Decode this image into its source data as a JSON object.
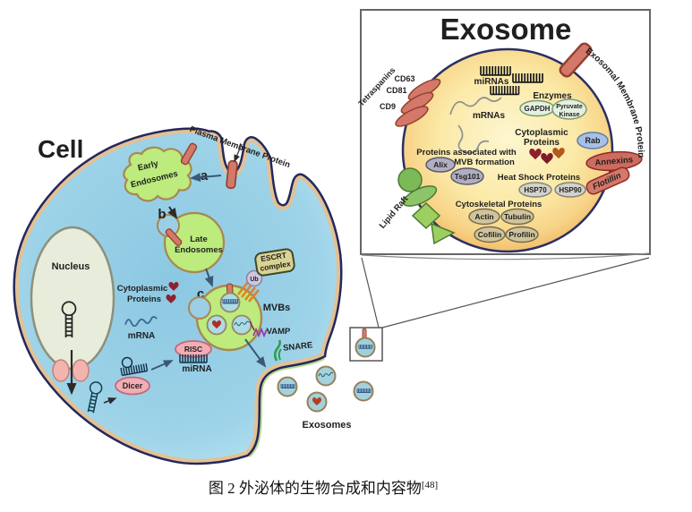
{
  "figure": {
    "caption": "图 2 外泌体的生物合成和内容物",
    "caption_ref": "[48]"
  },
  "cell": {
    "title": "Cell",
    "plasma_membrane_protein": "Plasma Membrane Protein",
    "steps": {
      "a": "a",
      "b": "b",
      "c": "c"
    },
    "early_endosomes": [
      "Early",
      "Endosomes"
    ],
    "late_endosomes": [
      "Late",
      "Endosomes"
    ],
    "nucleus": "Nucleus",
    "cytoplasmic_proteins": [
      "Cytoplasmic",
      "Proteins"
    ],
    "mrna": "mRNA",
    "dicer": "Dicer",
    "risc": "RISC",
    "mirna": "miRNA",
    "escrt_complex": [
      "ESCRT",
      "complex"
    ],
    "ub": "Ub",
    "mvbs": "MVBs",
    "vamp": "VAMP",
    "snare": "SNARE",
    "exosomes": "Exosomes"
  },
  "inset": {
    "title": "Exosome",
    "tetraspanins": "Tetraspanins",
    "cd63": "CD63",
    "cd81": "CD81",
    "cd9": "CD9",
    "mirnas": "miRNAs",
    "mrnas": "mRNAs",
    "enzymes": "Enzymes",
    "gapdh": "GAPDH",
    "pyruvate_kinase": [
      "Pyruvate",
      "Kinase"
    ],
    "cytoplasmic_proteins": [
      "Cytoplasmic",
      "Proteins"
    ],
    "rab": "Rab",
    "annexins": "Annexins",
    "flotillin": "Flotillin",
    "exosomal_membrane_protein": "Exosomal Membrane Protein",
    "mvb_associated": [
      "Proteins associated with",
      "MVB formation"
    ],
    "alix": "Alix",
    "tsg101": "Tsg101",
    "heat_shock_proteins": "Heat Shock Proteins",
    "hsp70": "HSP70",
    "hsp90": "HSP90",
    "cytoskeletal_proteins": "Cytoskeletal Proteins",
    "actin": "Actin",
    "tubulin": "Tubulin",
    "cofilin": "Cofilin",
    "profilin": "Profilin",
    "lipid_raft": "Lipid Raft"
  },
  "colors": {
    "membrane_navy": "#23285d",
    "membrane_tan": "#e3c194",
    "fusion_green": "#b9dc8e",
    "cytoplasm_blue": "#9bd0e6",
    "endosome_green": "#bdeb7d",
    "protein_rod_salmon": "#d4786a",
    "exosome_rim_orange": "#f0b25c",
    "exosome_lumen_yellow": "#fdf6d0",
    "enzyme_pink": "#f2aeb4",
    "heart_dark_red": "#8e2030",
    "rab_blue": "#a9c0e6",
    "annexin_red": "#cd6b5e",
    "lipid_raft_green": "#8cc45e",
    "grey_oval": "#b0aec0",
    "tan_oval": "#cfc49c"
  }
}
